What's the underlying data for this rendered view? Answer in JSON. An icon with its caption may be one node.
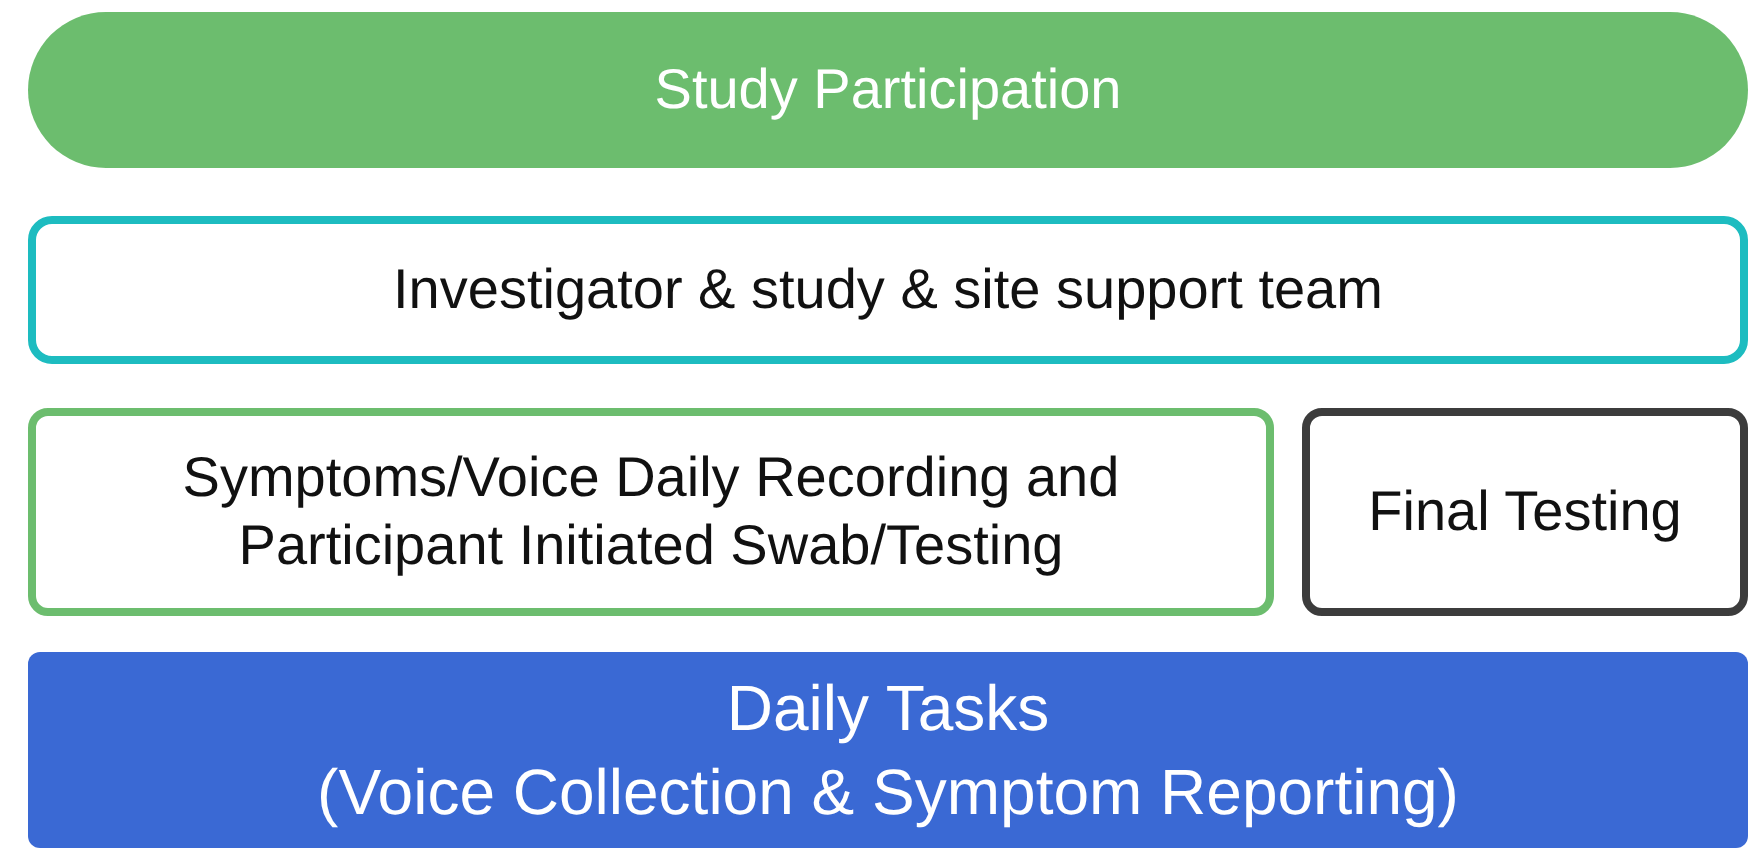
{
  "diagram": {
    "nodes": [
      {
        "text": [
          "Study Participation"
        ]
      },
      {
        "text": [
          "Investigator & study & site support team"
        ]
      },
      {
        "text": [
          "Symptoms/Voice Daily Recording and Participant Initiated Swab/Testing"
        ]
      },
      {
        "text": [
          "Final Testing"
        ]
      },
      {
        "text": [
          "Daily Tasks",
          "(Voice Collection & Symptom Reporting)"
        ]
      }
    ]
  }
}
